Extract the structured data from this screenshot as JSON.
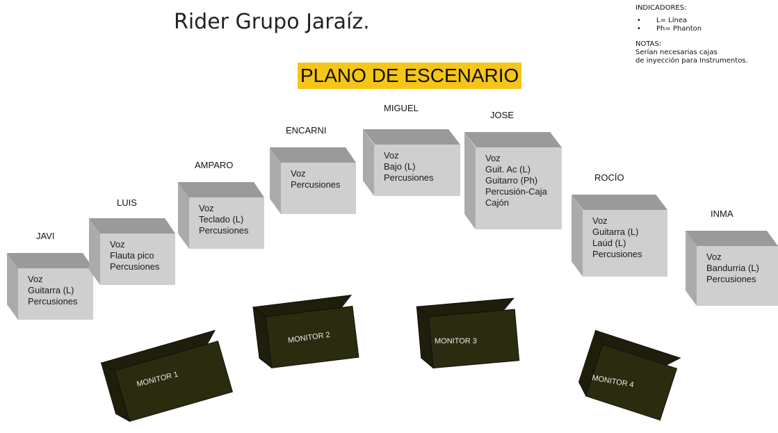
{
  "title": "Rider Grupo Jaraíz.",
  "subtitle": "PLANO DE ESCENARIO",
  "colors": {
    "subtitle_bg": "#F5C518",
    "box_front": "#CFCFCF",
    "box_top": "#9A9A9A",
    "box_side": "#ABABAB",
    "monitor_fill": "#2B2B10",
    "monitor_dark": "#1E1E0A",
    "monitor_text": "#EAEAEA"
  },
  "indicators": {
    "heading": "INDICADORES:",
    "items": [
      "L= Línea",
      "Ph= Phanton"
    ]
  },
  "notes": {
    "heading": "NOTAS:",
    "lines": [
      "Serían necesarias cajas",
      "de inyección para Instrumentos."
    ]
  },
  "musicians": [
    {
      "name": "JAVI",
      "items": [
        "Voz",
        "Guitarra (L)",
        "Percusiones"
      ]
    },
    {
      "name": "LUIS",
      "items": [
        "Voz",
        "Flauta pico",
        "Percusiones"
      ]
    },
    {
      "name": "AMPARO",
      "items": [
        "Voz",
        "Teclado (L)",
        "Percusiones"
      ]
    },
    {
      "name": "ENCARNI",
      "items": [
        "Voz",
        "Percusiones"
      ]
    },
    {
      "name": "MIGUEL",
      "items": [
        "Voz",
        "Bajo (L)",
        "Percusiones"
      ]
    },
    {
      "name": "JOSE",
      "items": [
        "Voz",
        "Guit. Ac (L)",
        "Guitarro (Ph)",
        "Percusión-Caja",
        "Cajón"
      ]
    },
    {
      "name": "ROCÍO",
      "items": [
        "Voz",
        "Guitarra (L)",
        "Laúd (L)",
        "Percusiones"
      ]
    },
    {
      "name": "INMA",
      "items": [
        "Voz",
        "Bandurria (L)",
        "Percusiones"
      ]
    }
  ],
  "monitors": [
    {
      "label": "MONITOR 1"
    },
    {
      "label": "MONITOR 2"
    },
    {
      "label": "MONITOR 3"
    },
    {
      "label": "MONITOR 4"
    }
  ]
}
